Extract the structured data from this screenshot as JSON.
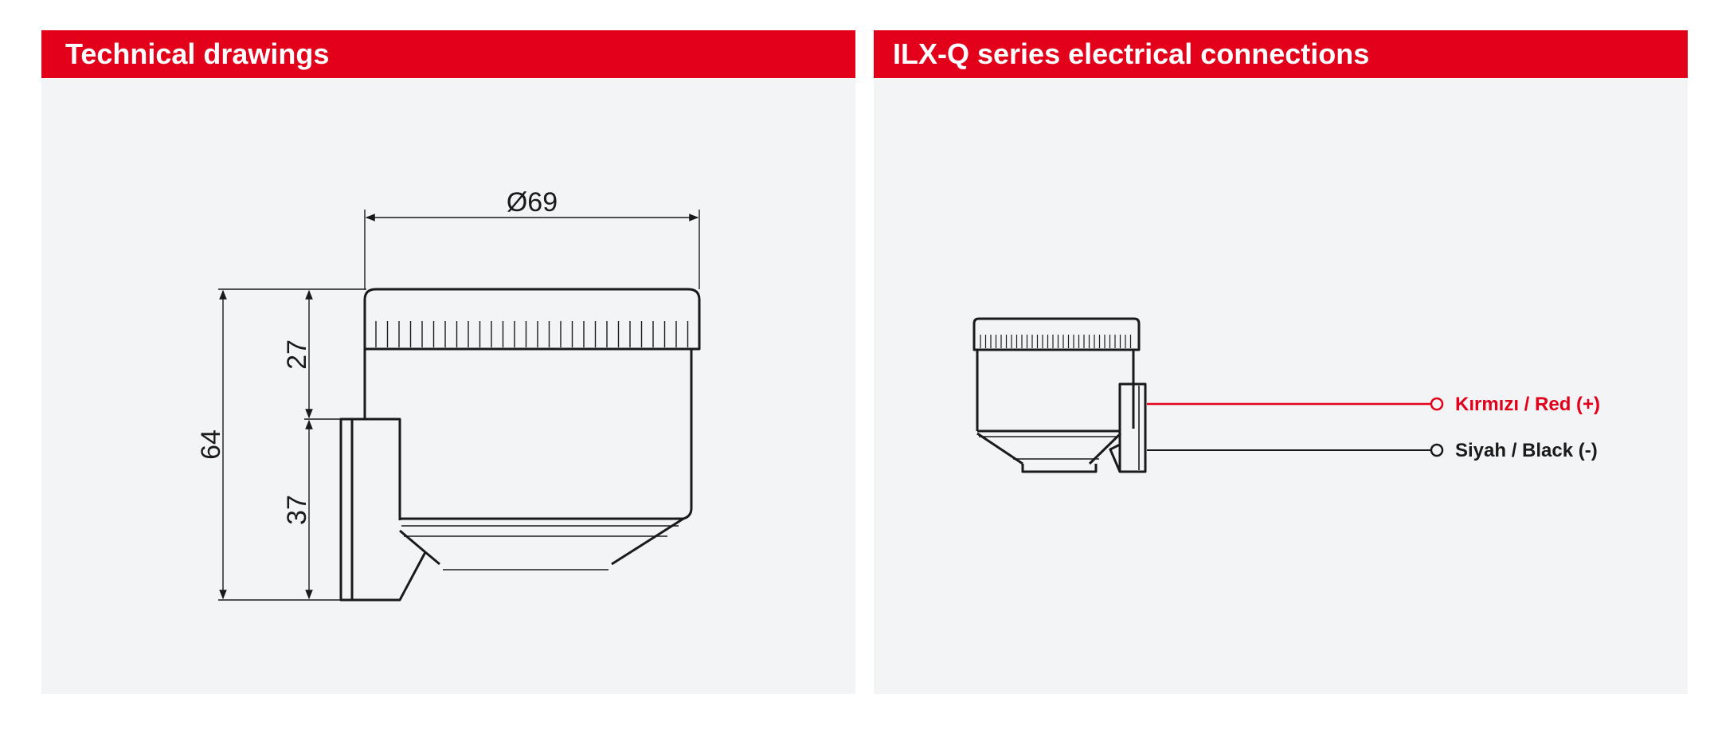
{
  "left_panel": {
    "title": "Technical drawings",
    "dimensions": {
      "diameter": "Ø69",
      "top_height": "27",
      "bottom_height": "37",
      "total_height": "64"
    }
  },
  "right_panel": {
    "title": "ILX-Q series electrical connections",
    "wires": [
      {
        "label": "Kırmızı / Red (+)",
        "color": "#e2001a"
      },
      {
        "label": "Siyah / Black (-)",
        "color": "#1a1a1a"
      }
    ]
  },
  "colors": {
    "accent": "#e2001a",
    "panel_background": "#f3f4f6",
    "line": "#1a1a1a"
  }
}
